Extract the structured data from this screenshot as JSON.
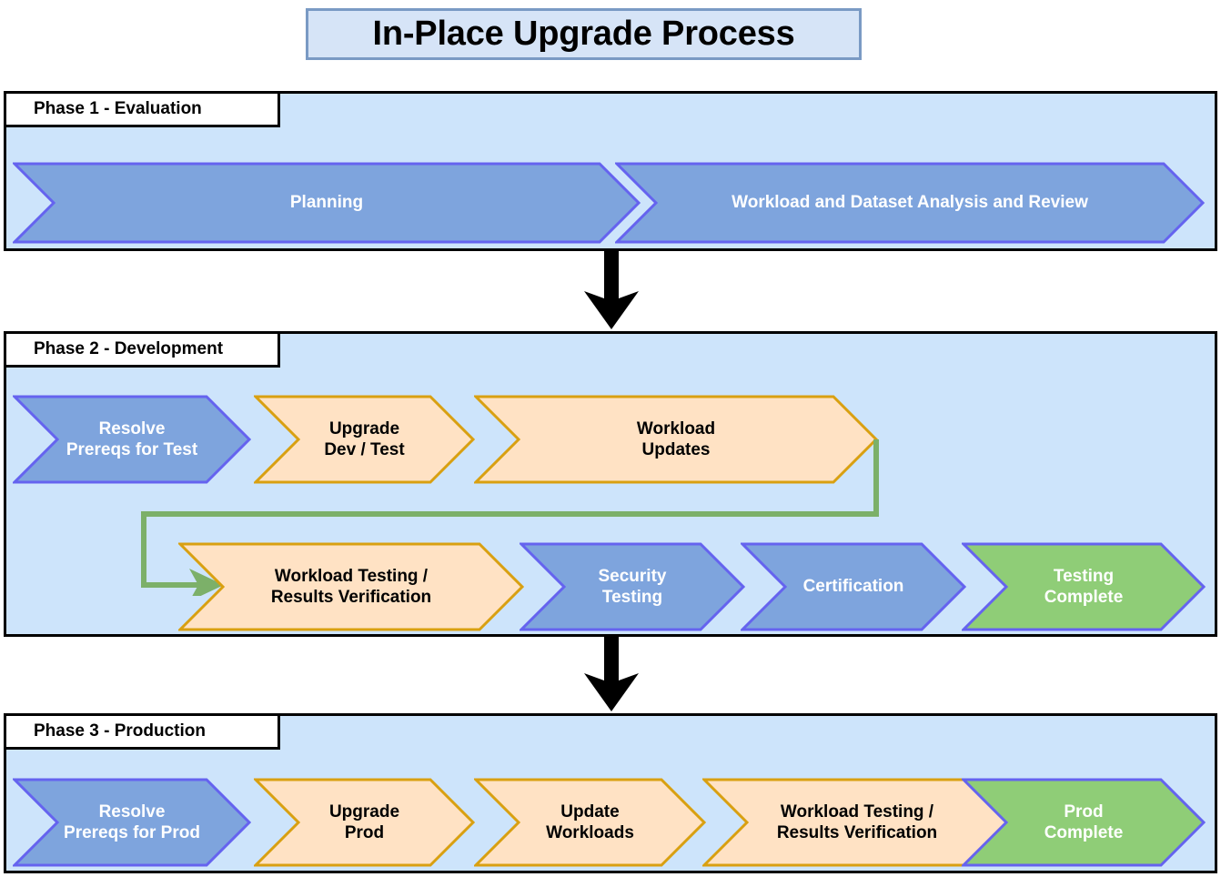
{
  "title": {
    "text": "In-Place Upgrade Process",
    "bg": "#d6e4f7",
    "border": "#7a9ac4"
  },
  "colors": {
    "panel_bg": "#cde4fb",
    "panel_border": "#000000",
    "blue_fill": "#7ea4dd",
    "blue_border": "#6563ef",
    "orange_fill": "#ffe2c4",
    "orange_border": "#d9a011",
    "green_fill": "#8fcd77",
    "green_border": "#6563ef",
    "connector_green": "#7cb069",
    "arrow_black": "#000000",
    "text_white": "#ffffff",
    "text_black": "#000000"
  },
  "phases": [
    {
      "label": "Phase 1 - Evaluation",
      "steps": [
        {
          "text": "Planning",
          "style": "blue"
        },
        {
          "text": "Workload and Dataset Analysis and Review",
          "style": "blue"
        }
      ]
    },
    {
      "label": "Phase 2 - Development",
      "steps": [
        {
          "text": "Resolve\nPrereqs for Test",
          "style": "blue"
        },
        {
          "text": "Upgrade\nDev / Test",
          "style": "orange"
        },
        {
          "text": "Workload\nUpdates",
          "style": "orange"
        },
        {
          "text": "Workload Testing /\nResults Verification",
          "style": "orange"
        },
        {
          "text": "Security\nTesting",
          "style": "blue"
        },
        {
          "text": "Certification",
          "style": "blue"
        },
        {
          "text": "Testing\nComplete",
          "style": "green"
        }
      ]
    },
    {
      "label": "Phase 3 - Production",
      "steps": [
        {
          "text": "Resolve\nPrereqs for Prod",
          "style": "blue"
        },
        {
          "text": "Upgrade\nProd",
          "style": "orange"
        },
        {
          "text": "Update\nWorkloads",
          "style": "orange"
        },
        {
          "text": "Workload Testing /\nResults Verification",
          "style": "orange"
        },
        {
          "text": "Prod\nComplete",
          "style": "green"
        }
      ]
    }
  ],
  "connectors": [
    {
      "name": "phase1-to-phase2-arrow",
      "kind": "black-down-arrow"
    },
    {
      "name": "phase2-to-phase3-arrow",
      "kind": "black-down-arrow"
    },
    {
      "name": "workload-updates-to-workload-testing",
      "kind": "green-elbow-arrow"
    }
  ]
}
